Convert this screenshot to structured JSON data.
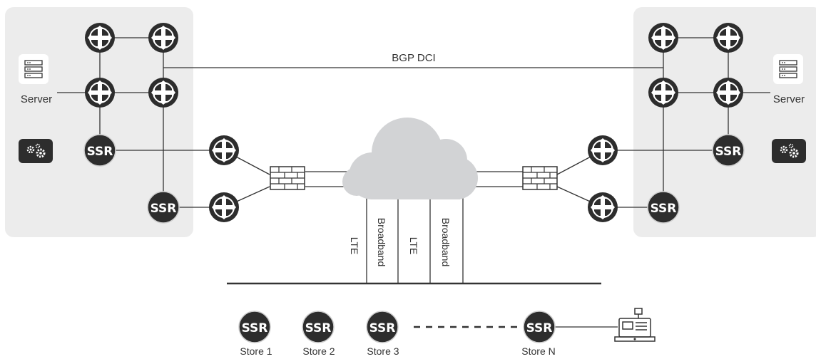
{
  "colors": {
    "panel": "#ececec",
    "node": "#2d2d2d",
    "node_ring": "#cfcfcf",
    "line": "#333333",
    "cloud": "#d2d3d5",
    "text": "#333333"
  },
  "links": {
    "dci": "BGP DCI",
    "transport": [
      "LTE",
      "Broadband",
      "LTE",
      "Broadband"
    ]
  },
  "datacenters": {
    "left": {
      "server_label": "Server",
      "ssr_top": "SSR",
      "ssr_bottom": "SSR"
    },
    "right": {
      "server_label": "Server",
      "ssr_top": "SSR",
      "ssr_bottom": "SSR"
    }
  },
  "stores": [
    {
      "node": "SSR",
      "label": "Store 1"
    },
    {
      "node": "SSR",
      "label": "Store 2"
    },
    {
      "node": "SSR",
      "label": "Store 3"
    },
    {
      "node": "SSR",
      "label": "Store N"
    }
  ],
  "icons": {
    "router": "router-icon",
    "server": "server-icon",
    "firewall": "firewall-icon",
    "cloud": "cloud-icon",
    "automation": "gears-icon",
    "register": "cash-register-icon"
  }
}
